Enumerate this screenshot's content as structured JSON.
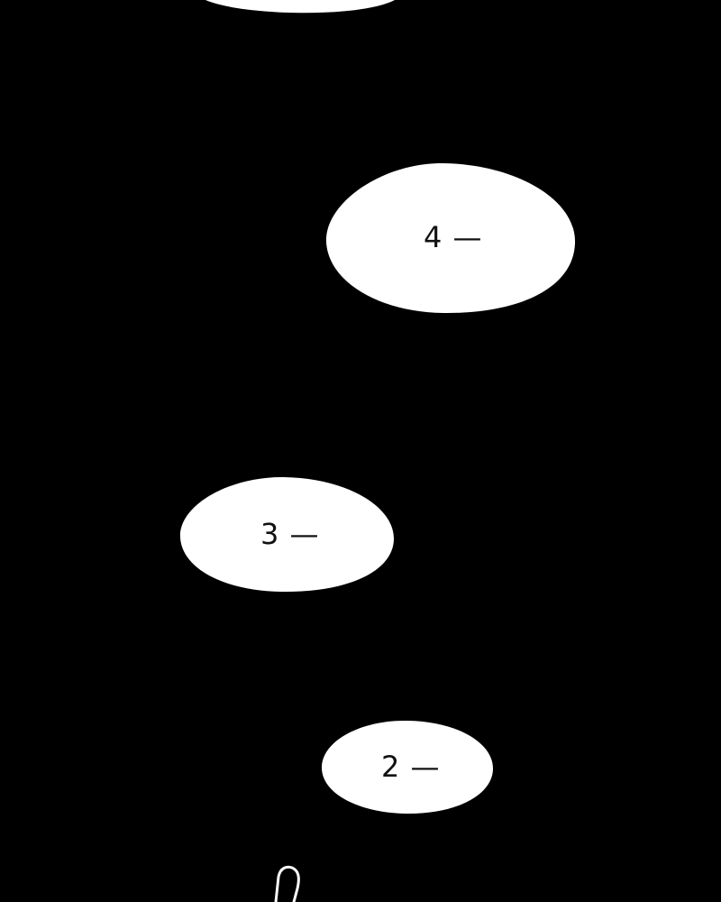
{
  "colors": {
    "background": "#000000",
    "bubble": "#ffffff",
    "text": "#111111"
  },
  "bubbles": [
    {
      "label": ""
    },
    {
      "label": "4 —"
    },
    {
      "label": "3 —"
    },
    {
      "label": "2 —"
    }
  ]
}
